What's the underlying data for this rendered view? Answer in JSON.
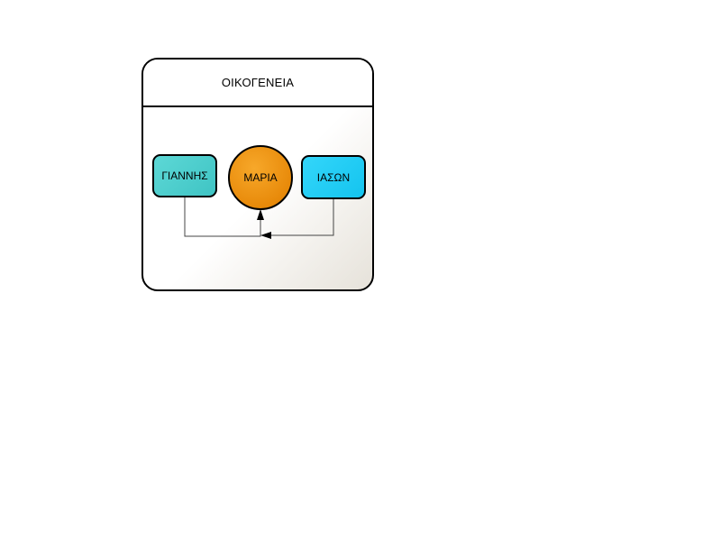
{
  "container": {
    "title": "ΟΙΚΟΓΕΝΕΙΑ"
  },
  "nodes": {
    "giannis": {
      "label": "ΓΙΑΝΝΗΣ",
      "shape": "rounded-rectangle",
      "color": "#4ecfcf"
    },
    "maria": {
      "label": "ΜΑΡΙΑ",
      "shape": "circle",
      "color": "#f0960f"
    },
    "iason": {
      "label": "ΙΑΣΩΝ",
      "shape": "rounded-rectangle",
      "color": "#22ccf5"
    }
  },
  "edges": [
    {
      "from": "ΓΙΑΝΝΗΣ",
      "to": "ΜΑΡΙΑ"
    },
    {
      "from": "ΙΑΣΩΝ",
      "to": "ΜΑΡΙΑ"
    }
  ]
}
